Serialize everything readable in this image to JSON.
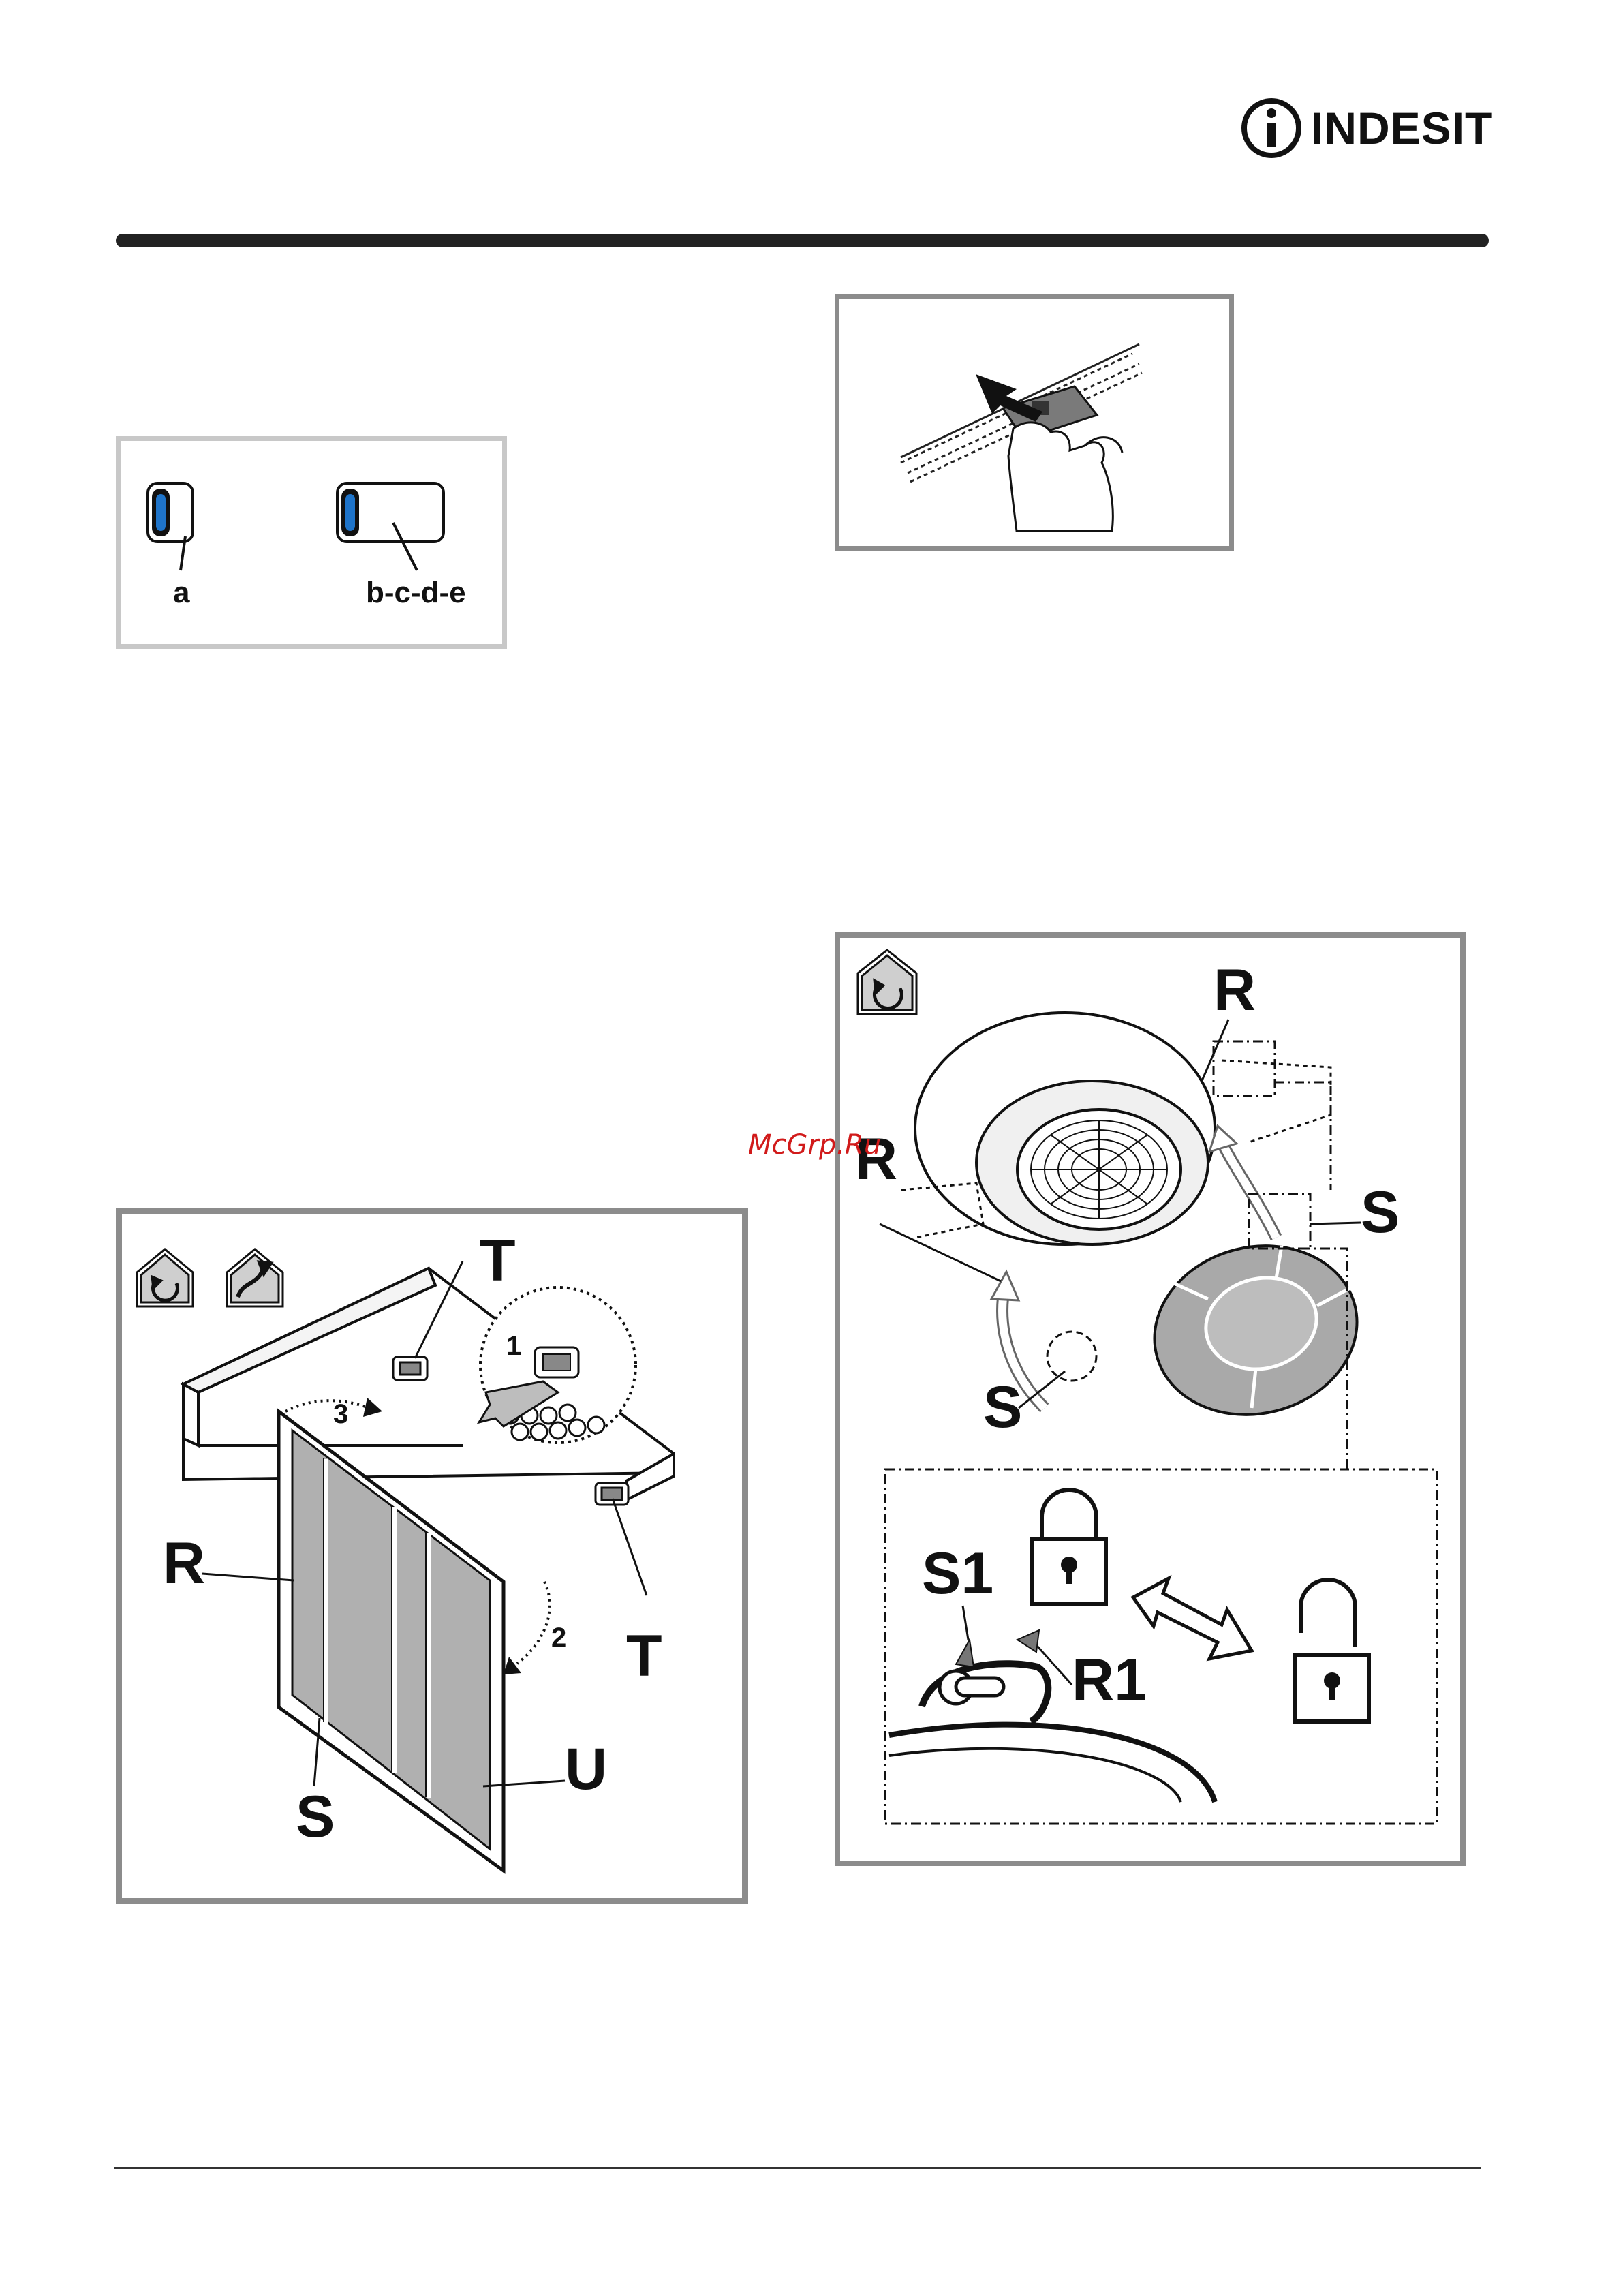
{
  "brand": {
    "name": "INDESIT"
  },
  "watermark": "McGrp.Ru",
  "fig_switch": {
    "label_a": "a",
    "label_b": "b-c-d-e",
    "accent": "#1f74c9"
  },
  "fig_grease_filter": {
    "label_T_top": "T",
    "label_T_bottom": "T",
    "label_R": "R",
    "label_S": "S",
    "label_U": "U",
    "step_1": "1",
    "step_2": "2",
    "step_3": "3",
    "icons": [
      "recirculation-house-icon",
      "extraction-house-icon"
    ]
  },
  "fig_carbon_filter": {
    "label_R_top": "R",
    "label_R_left": "R",
    "label_S_right": "S",
    "label_S_bottom": "S",
    "label_S1": "S1",
    "label_R1": "R1",
    "icons": [
      "recirculation-house-icon",
      "padlock-closed-icon",
      "padlock-open-icon",
      "double-arrow-icon"
    ]
  }
}
